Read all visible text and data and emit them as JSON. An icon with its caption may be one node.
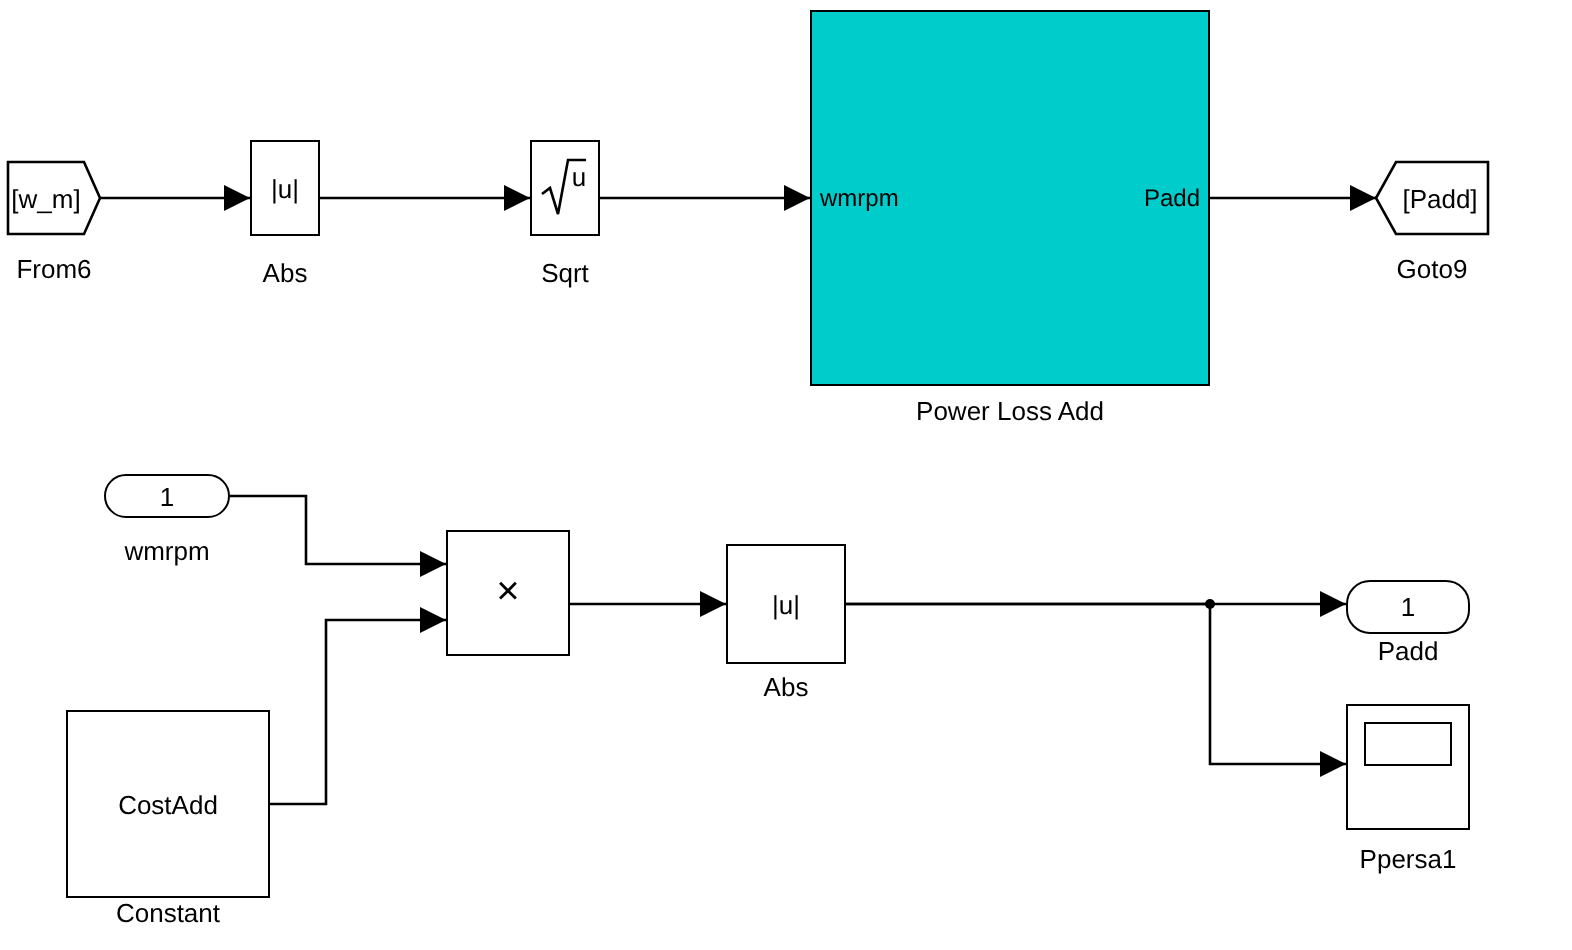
{
  "diagram": {
    "nodes": [
      {
        "text": [
          "[w_m]"
        ],
        "beside": [
          "From6"
        ]
      },
      {
        "text": [
          "|u|"
        ],
        "beside": [
          "Abs"
        ]
      },
      {
        "text": [
          "u"
        ],
        "beside": [
          "Sqrt"
        ]
      },
      {
        "text": [
          "wmrpm",
          "Padd"
        ],
        "beside": [
          "Power Loss Add"
        ]
      },
      {
        "text": [
          "[Padd]"
        ],
        "beside": [
          "Goto9"
        ]
      },
      {
        "text": [
          "1"
        ],
        "beside": [
          "wmrpm"
        ]
      },
      {
        "text": [
          "×"
        ]
      },
      {
        "text": [
          "CostAdd"
        ],
        "beside": [
          "Constant"
        ]
      },
      {
        "text": [
          "|u|"
        ],
        "beside": [
          "Abs"
        ]
      },
      {
        "text": [
          "1"
        ],
        "beside": [
          "Padd"
        ]
      },
      {
        "text": [],
        "shape": "box",
        "beside": [
          "Ppersa1"
        ]
      }
    ],
    "edges": [
      {
        "from": 0,
        "to": 1,
        "arrow": "to"
      },
      {
        "from": 1,
        "to": 2,
        "arrow": "to"
      },
      {
        "from": 2,
        "to": 3,
        "arrow": "to"
      },
      {
        "from": 3,
        "to": 4,
        "arrow": "to"
      },
      {
        "from": 5,
        "to": 6,
        "arrow": "to"
      },
      {
        "from": 7,
        "to": 6,
        "arrow": "to"
      },
      {
        "from": 6,
        "to": 8,
        "arrow": "to"
      },
      {
        "from": 8,
        "to": 9,
        "arrow": "to"
      },
      {
        "from": 8,
        "to": 10,
        "arrow": "to"
      }
    ]
  }
}
